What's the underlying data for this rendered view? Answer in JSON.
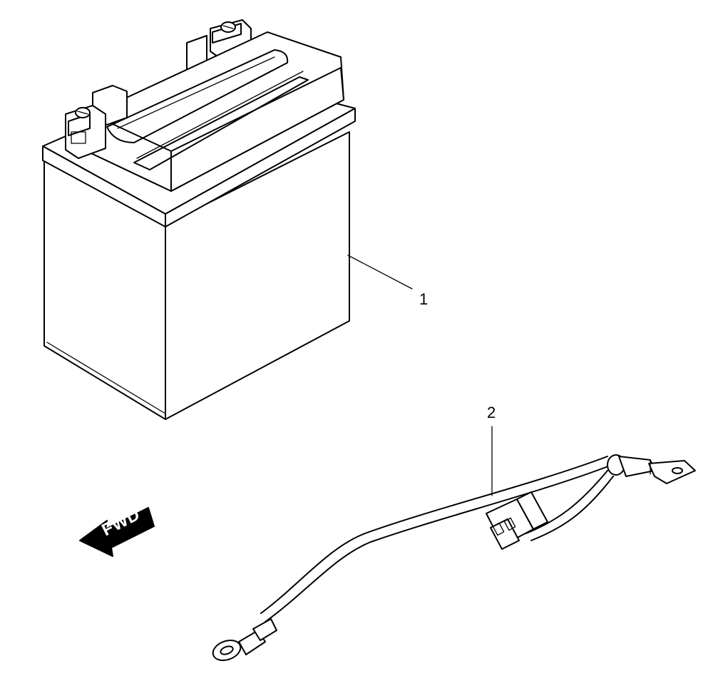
{
  "diagram": {
    "callouts": [
      {
        "label": "1",
        "part": "battery"
      },
      {
        "label": "2",
        "part": "battery-cable-harness"
      }
    ],
    "direction_arrow": {
      "label": "FWD"
    }
  }
}
